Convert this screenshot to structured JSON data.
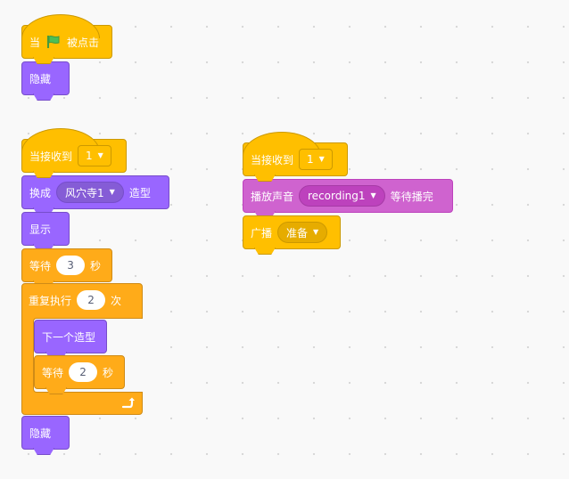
{
  "scripts": {
    "flag_script": {
      "when_label": "当",
      "clicked_label": "被点击",
      "hide_label": "隐藏"
    },
    "sprite_script": {
      "receive_label": "当接收到",
      "receive_value": "1",
      "switch_label": "换成",
      "costume_value": "风穴寺1",
      "costume_suffix": "造型",
      "show_label": "显示",
      "wait_label": "等待",
      "wait_value": "3",
      "seconds_label": "秒",
      "repeat_label": "重复执行",
      "repeat_value": "2",
      "times_label": "次",
      "next_costume_label": "下一个造型",
      "inner_wait_label": "等待",
      "inner_wait_value": "2",
      "inner_seconds_label": "秒",
      "hide_label": "隐藏"
    },
    "sound_script": {
      "receive_label": "当接收到",
      "receive_value": "1",
      "play_label": "播放声音",
      "sound_value": "recording1",
      "until_done_label": "等待播完",
      "broadcast_label": "广播",
      "broadcast_value": "准备"
    }
  },
  "icons": {
    "flag": "green-flag-icon",
    "dropdown": "caret-down-icon",
    "loop": "loop-arrow-icon"
  },
  "colors": {
    "events": "#ffbf00",
    "looks": "#9966ff",
    "control": "#ffab19",
    "sound": "#cf63cf",
    "flag": "#4cbf56",
    "canvas": "#f9f9f9"
  }
}
